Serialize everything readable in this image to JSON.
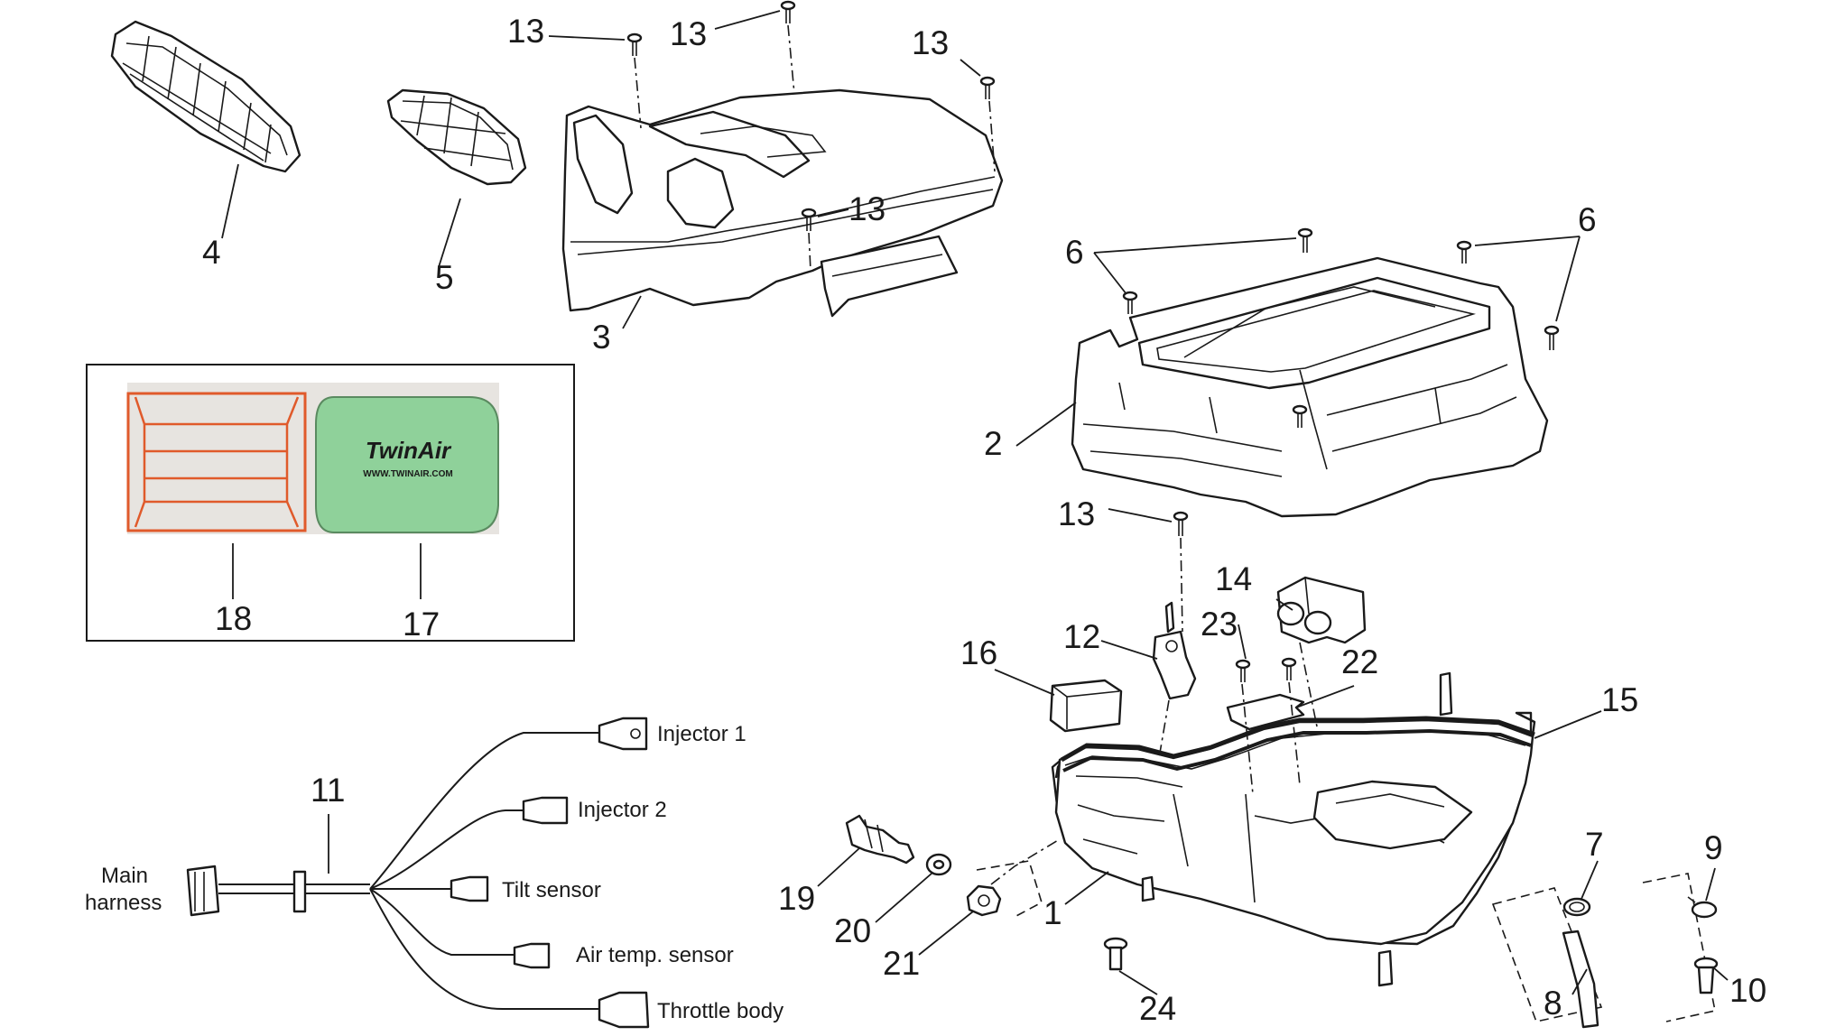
{
  "callouts": {
    "n1": "1",
    "n2": "2",
    "n3": "3",
    "n4": "4",
    "n5": "5",
    "n6a": "6",
    "n6b": "6",
    "n7": "7",
    "n8": "8",
    "n9": "9",
    "n10": "10",
    "n11": "11",
    "n12": "12",
    "n13a": "13",
    "n13b": "13",
    "n13c": "13",
    "n13d": "13",
    "n13e": "13",
    "n14": "14",
    "n15": "15",
    "n16": "16",
    "n17": "17",
    "n18": "18",
    "n19": "19",
    "n20": "20",
    "n21": "21",
    "n22": "22",
    "n23": "23",
    "n24": "24"
  },
  "harness": {
    "main_line1": "Main",
    "main_line2": "harness",
    "injector1": "Injector 1",
    "injector2": "Injector 2",
    "tilt": "Tilt sensor",
    "air_temp": "Air temp. sensor",
    "throttle": "Throttle body"
  },
  "filter_photo": {
    "brand_logo": "TwinAir",
    "brand_url": "WWW.TWINAIR.COM",
    "foam_color": "#8fd19a",
    "frame_color": "#e05a2b"
  }
}
